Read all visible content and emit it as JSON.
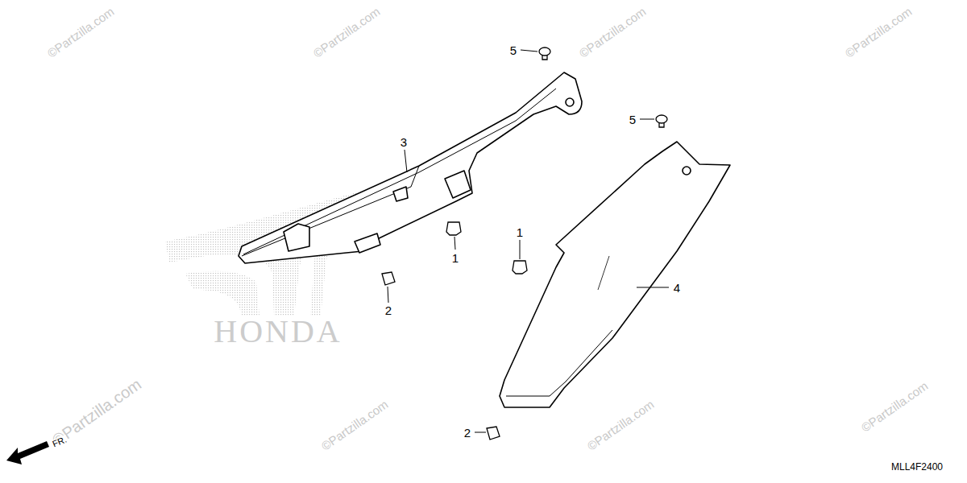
{
  "diagram": {
    "labels": [
      "©Partzilla.com",
      "©Partzilla.com",
      "©Partzilla.com",
      "©Partzilla.com",
      "5",
      "5",
      "3",
      "1",
      "1",
      "4",
      "2",
      "HONDA",
      "©Partzilla.com",
      "©Partzilla.com",
      "©Partzilla.com",
      "©Partzilla.com",
      "2",
      "FR.",
      "MLL4F2400"
    ]
  }
}
